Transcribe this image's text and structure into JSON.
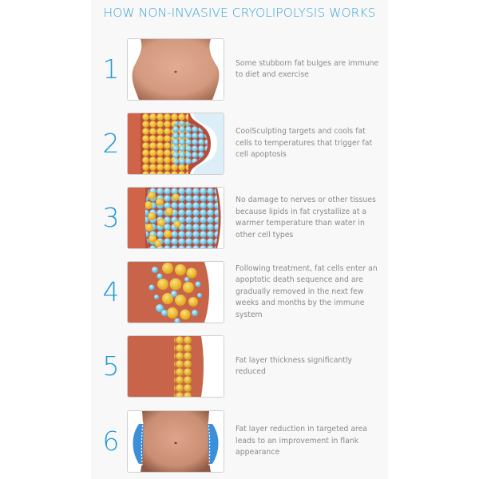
{
  "title": "HOW NON-INVASIVE CRYOLIPOLYSIS WORKS",
  "colors": {
    "accent": "#1f9ad7",
    "title": "#3aa3d8",
    "text": "#8a8a8a",
    "panel_bg": "#f8f8f8",
    "skin": "#d69a80",
    "tissue": "#c8644a",
    "fat": "#f0c531",
    "ice": "#6cc6e6"
  },
  "steps": [
    {
      "number": "1",
      "image": "abdomen-before-icon",
      "text": "Some stubborn fat bulges are immune to diet and exercise"
    },
    {
      "number": "2",
      "image": "applicator-cooling-fat-cells-icon",
      "text": "CoolSculpting targets and cools fat cells to temperatures that trigger fat cell apoptosis"
    },
    {
      "number": "3",
      "image": "crystallized-lipids-icon",
      "text": "No damage to nerves or other tissues because lipids in fat crystallize at a warmer temperature than water in other cell types"
    },
    {
      "number": "4",
      "image": "apoptotic-fat-cells-icon",
      "text": "Following treatment, fat cells enter an apoptotic death sequence and are gradually removed in the next few weeks and months by the immune system"
    },
    {
      "number": "5",
      "image": "reduced-fat-layer-icon",
      "text": "Fat layer thickness significantly reduced"
    },
    {
      "number": "6",
      "image": "abdomen-after-flank-reduction-icon",
      "text": "Fat layer reduction in targeted area leads to an improvement in flank appearance"
    }
  ]
}
